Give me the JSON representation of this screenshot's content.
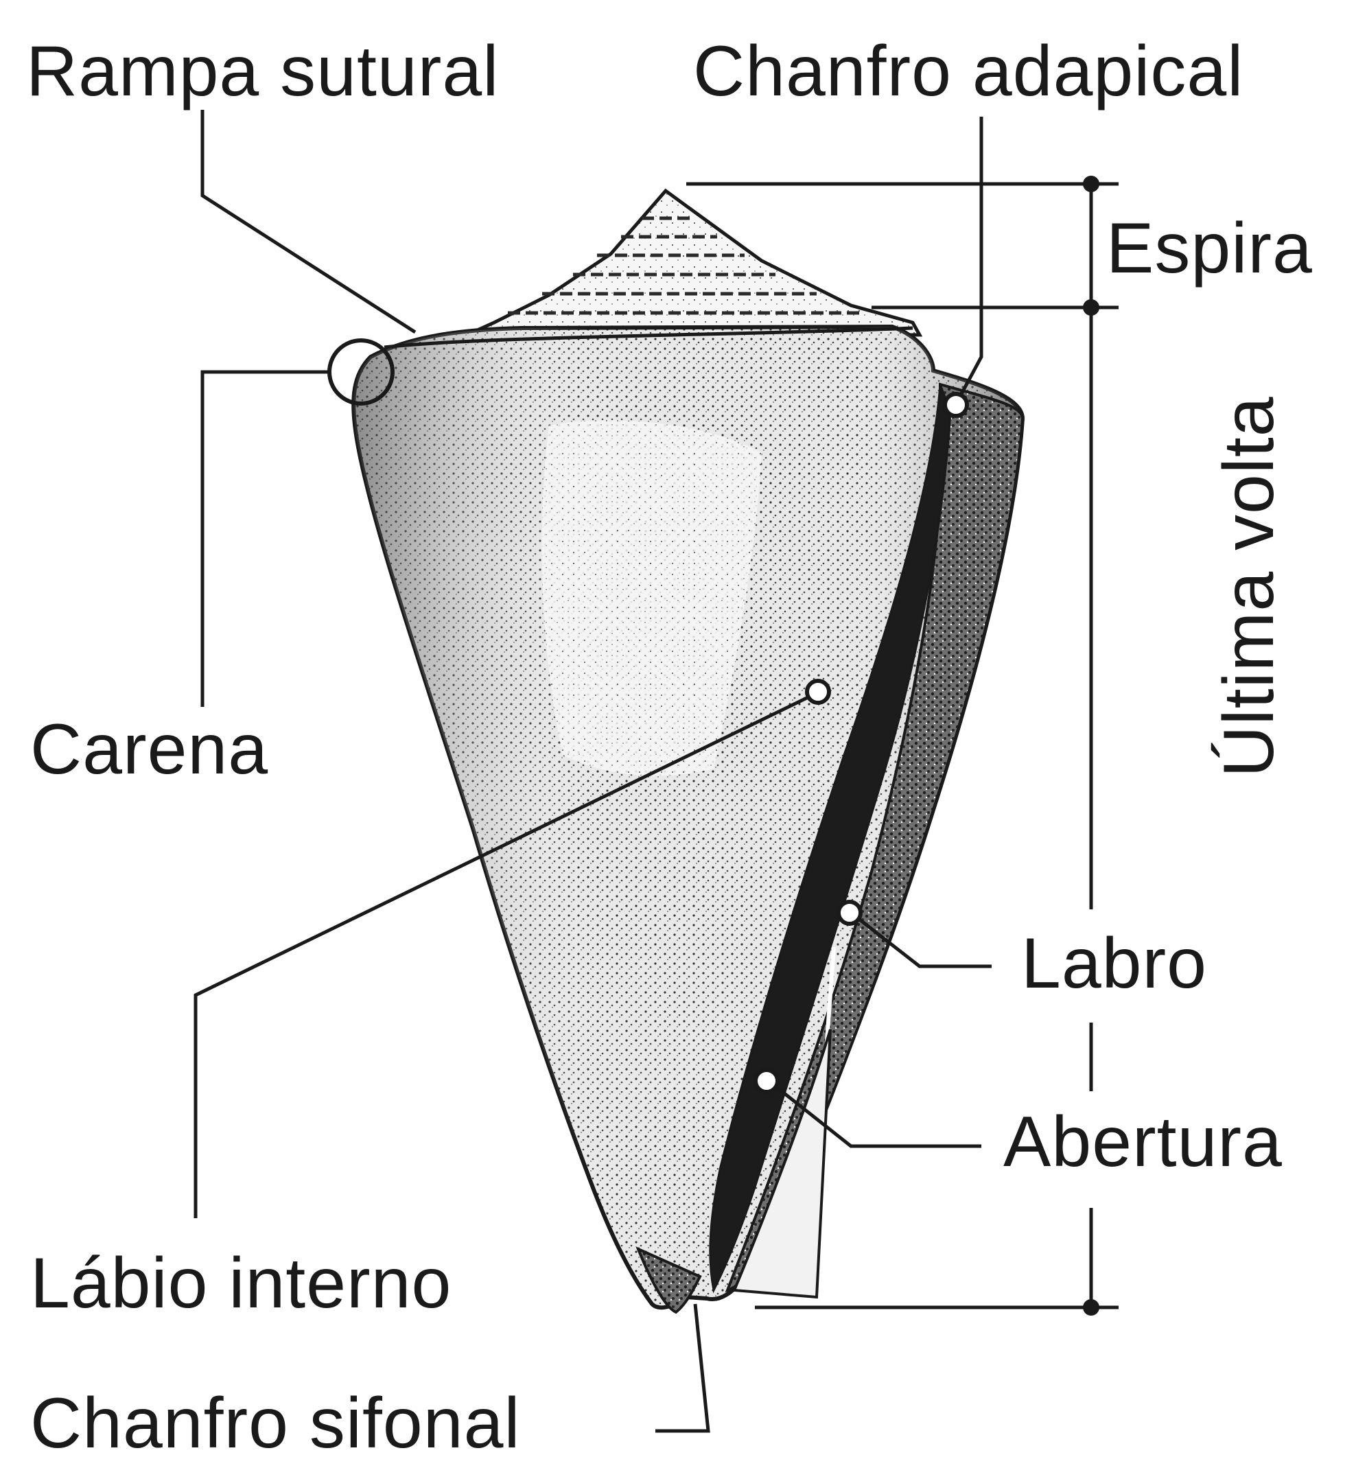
{
  "labels": {
    "rampa_sutural": "Rampa sutural",
    "chanfro_adapical": "Chanfro adapical",
    "espira": "Espira",
    "carena": "Carena",
    "ultima_volta": "Última volta",
    "labro": "Labro",
    "abertura": "Abertura",
    "labio_interno": "Lábio interno",
    "chanfro_sifonal": "Chanfro sifonal"
  },
  "colors": {
    "ink": "#1a1a1a",
    "shell_dark": "#2a2a2a",
    "shell_light": "#f2f2f2",
    "background": "#ffffff"
  }
}
